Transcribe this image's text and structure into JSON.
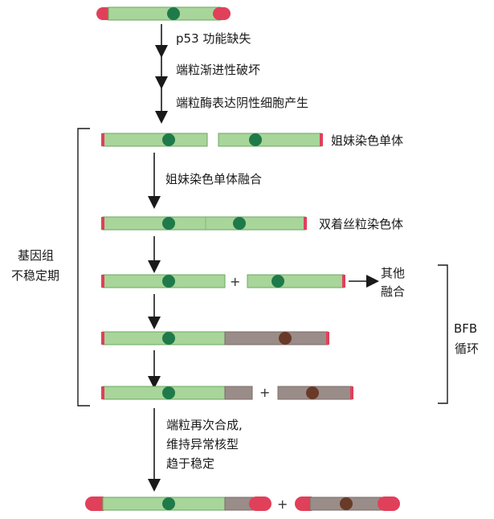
{
  "steps": {
    "step1": "p53 功能缺失",
    "step2": "端粒渐进性破坏",
    "step3": "端粒酶表达阴性细胞产生",
    "fusion": "姐妹染色单体融合",
    "resynth": [
      "端粒再次合成,",
      "维持异常核型",
      "趋于稳定"
    ]
  },
  "labels": {
    "sister_chromatids": "姐妹染色单体",
    "dicentric": "双着丝粒染色体",
    "other_fusion": [
      "其他",
      "融合"
    ],
    "instability": [
      "基因组",
      "不稳定期"
    ],
    "bfb": [
      "BFB",
      "循环"
    ],
    "plus": "+"
  },
  "colors": {
    "green_body": "#a8d59a",
    "green_stroke": "#6aa860",
    "centromere_green": "#1f7a4a",
    "telomere_red": "#e0405a",
    "gray_body": "#9a8c88",
    "centromere_brown": "#6a3a28",
    "arrow": "#1a1a1a"
  }
}
